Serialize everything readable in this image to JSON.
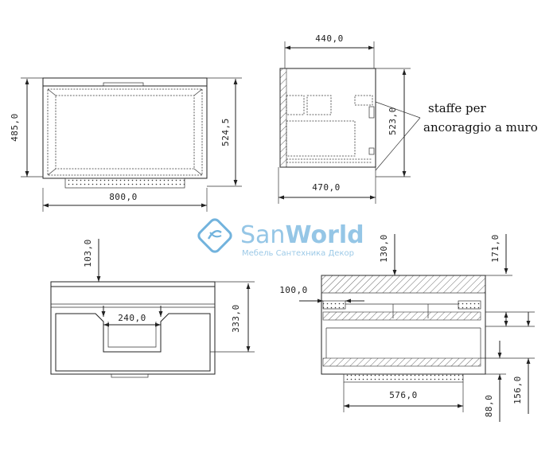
{
  "dimensions": {
    "front_width": "800,0",
    "front_height_left": "485,0",
    "front_height_right": "524,5",
    "side_top_width": "440,0",
    "side_bottom_width": "470,0",
    "side_height": "523,0",
    "top_depth": "103,0",
    "top_inner_width": "240,0",
    "top_right_depth": "333,0",
    "section_offset": "100,0",
    "section_top": "130,0",
    "section_top_right": "171,0",
    "section_width": "576,0",
    "section_bottom_left": "88,0",
    "section_bottom_right": "156,0"
  },
  "annotation": {
    "line1": "staffe per",
    "line2": "ancoraggio a muro"
  },
  "watermark": {
    "brand_san": "San",
    "brand_world": "World",
    "tagline": "Мебель Сантехника Декор"
  },
  "colors": {
    "line": "#222222",
    "brand": "#5aa6d8"
  }
}
